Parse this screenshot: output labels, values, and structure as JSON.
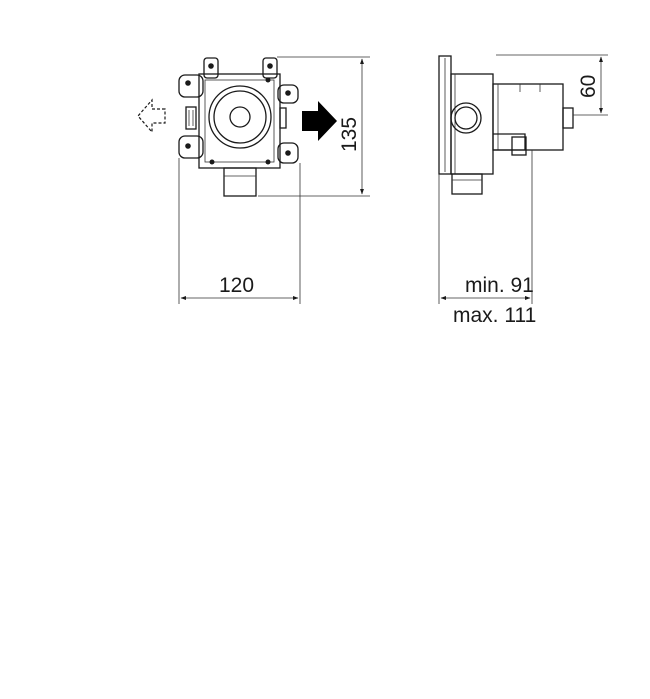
{
  "dimensions": {
    "width": "120",
    "height": "135",
    "depth_top": "60",
    "depth_min": "min. 91",
    "depth_max": "max. 111"
  },
  "colors": {
    "line": "#1a1a1a",
    "arrow_fill": "#000000",
    "background": "#ffffff"
  }
}
